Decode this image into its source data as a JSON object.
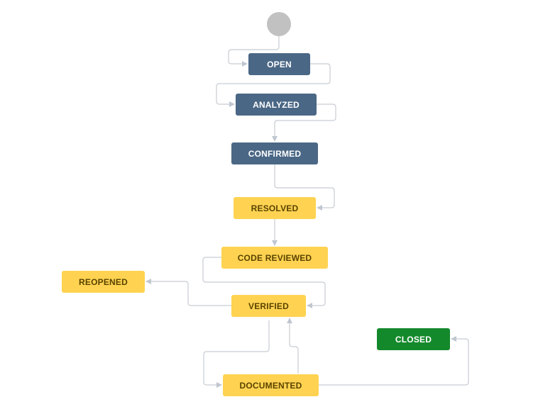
{
  "workflow": {
    "states": {
      "open": "OPEN",
      "analyzed": "ANALYZED",
      "confirmed": "CONFIRMED",
      "resolved": "RESOLVED",
      "code_reviewed": "CODE REVIEWED",
      "reopened": "REOPENED",
      "verified": "VERIFIED",
      "closed": "CLOSED",
      "documented": "DOCUMENTED"
    },
    "colors": {
      "in_progress": "#4a6785",
      "review": "#ffd351",
      "done": "#14892c",
      "start_node": "#c1c1c1",
      "connector": "#c1c7d0"
    },
    "transitions": [
      {
        "from": "start",
        "to": "OPEN"
      },
      {
        "from": "OPEN",
        "to": "ANALYZED"
      },
      {
        "from": "ANALYZED",
        "to": "CONFIRMED"
      },
      {
        "from": "CONFIRMED",
        "to": "RESOLVED"
      },
      {
        "from": "RESOLVED",
        "to": "CODE REVIEWED"
      },
      {
        "from": "CODE REVIEWED",
        "to": "VERIFIED"
      },
      {
        "from": "VERIFIED",
        "to": "REOPENED"
      },
      {
        "from": "VERIFIED",
        "to": "DOCUMENTED"
      },
      {
        "from": "DOCUMENTED",
        "to": "VERIFIED"
      },
      {
        "from": "DOCUMENTED",
        "to": "CLOSED"
      }
    ]
  }
}
